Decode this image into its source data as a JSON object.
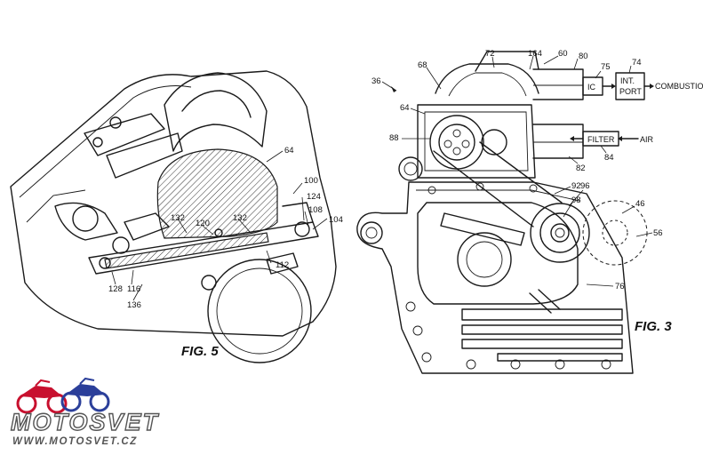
{
  "figures": {
    "fig5": {
      "caption": "FIG. 5",
      "labels": [
        "64",
        "100",
        "124",
        "108",
        "104",
        "132",
        "120",
        "132",
        "112",
        "128",
        "116",
        "136"
      ]
    },
    "fig3": {
      "caption": "FIG. 3",
      "labels": [
        "36",
        "68",
        "72",
        "164",
        "60",
        "80",
        "75",
        "74",
        "64",
        "88",
        "82",
        "84",
        "92",
        "96",
        "98",
        "46",
        "56",
        "76"
      ],
      "boxes": {
        "ic": "IC",
        "port_line1": "INT.",
        "port_line2": "PORT",
        "filter": "FILTER"
      },
      "flow": {
        "combustion": "COMBUSTION",
        "air": "AIR"
      }
    }
  },
  "watermark": {
    "brand": "MOTOSVET",
    "url": "WWW.MOTOSVET.CZ",
    "colors": {
      "red": "#c8102e",
      "blue": "#2b3f9a",
      "gray": "#555555"
    }
  }
}
